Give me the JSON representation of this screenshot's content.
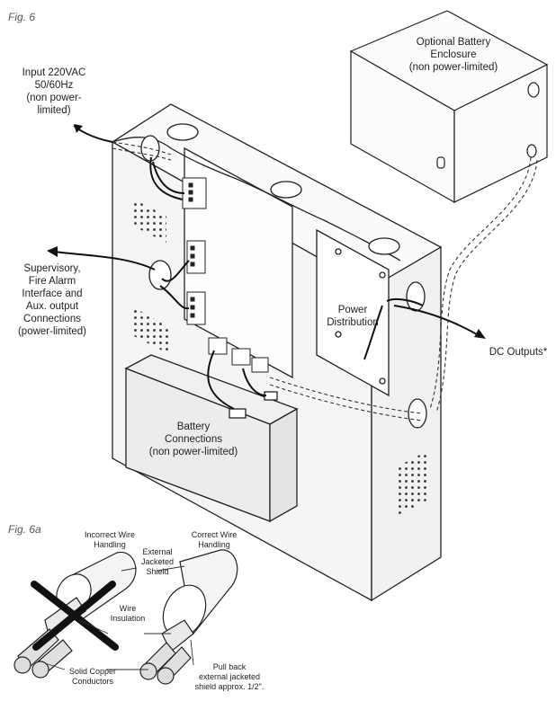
{
  "figures": {
    "main": "Fig. 6",
    "detail": "Fig. 6a"
  },
  "labels": {
    "input": "Input 220VAC\n50/60Hz\n(non power-\nlimited)",
    "battery_enclosure": "Optional Battery\nEnclosure\n(non power-limited)",
    "supervisory": "Supervisory,\nFire Alarm\nInterface and\nAux. output\nConnections\n(power-limited)",
    "power_distribution": "Power\nDistribution",
    "dc_outputs": "DC Outputs*",
    "battery_connections": "Battery\nConnections\n(non power-limited)"
  },
  "detail_labels": {
    "incorrect": "Incorrect Wire\nHandling",
    "correct": "Correct Wire\nHandling",
    "external_shield": "External\nJacketed\nShield",
    "wire_insulation": "Wire\nInsulation",
    "solid_copper": "Solid Copper\nConductors",
    "pull_back": "Pull back\nexternal jacketed\nshield approx. 1/2\"."
  },
  "colors": {
    "stroke": "#222222",
    "cabinet_fill": "#f7f7f7",
    "battery_fill": "#eeeeee",
    "cross": "#111111"
  }
}
